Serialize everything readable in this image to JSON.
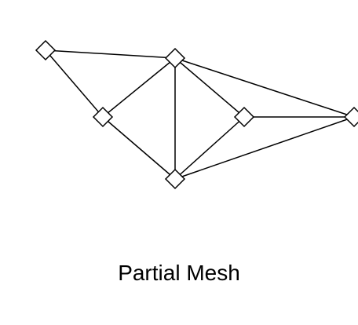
{
  "diagram": {
    "caption": "Partial Mesh",
    "nodes": [
      {
        "id": "n1"
      },
      {
        "id": "n2"
      },
      {
        "id": "n3"
      },
      {
        "id": "n4"
      },
      {
        "id": "n5"
      },
      {
        "id": "n6"
      }
    ],
    "links": [
      [
        "n1",
        "n2"
      ],
      [
        "n1",
        "n3"
      ],
      [
        "n2",
        "n3"
      ],
      [
        "n2",
        "n4"
      ],
      [
        "n2",
        "n5"
      ],
      [
        "n2",
        "n6"
      ],
      [
        "n3",
        "n4"
      ],
      [
        "n4",
        "n5"
      ],
      [
        "n4",
        "n6"
      ],
      [
        "n5",
        "n6"
      ]
    ],
    "colors": {
      "stroke": "#000000",
      "node_fill": "#ffffff",
      "background": "#ffffff"
    }
  }
}
